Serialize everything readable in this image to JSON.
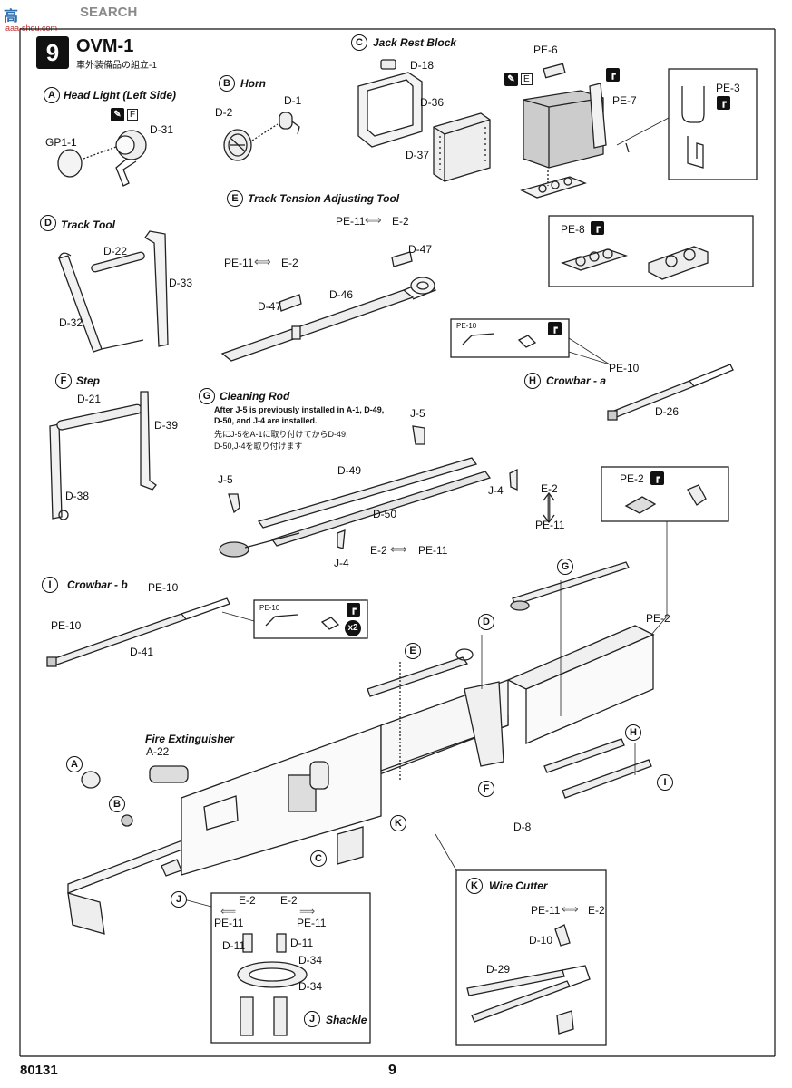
{
  "watermark": {
    "logo": "高",
    "text": "SEARCH",
    "url": "aaa-shou.com"
  },
  "step": {
    "number": "9",
    "title": "OVM-1",
    "subtitle_jp": "車外装備品の組立-1"
  },
  "sections": {
    "a": {
      "letter": "A",
      "title": "Head Light (Left Side)",
      "parts": [
        "D-31",
        "GP1-1"
      ],
      "icon_letter": "F"
    },
    "b": {
      "letter": "B",
      "title": "Horn",
      "parts": [
        "D-1",
        "D-2"
      ]
    },
    "c": {
      "letter": "C",
      "title": "Jack Rest Block",
      "parts": [
        "D-18",
        "D-36",
        "D-37"
      ]
    },
    "d": {
      "letter": "D",
      "title": "Track Tool",
      "parts": [
        "D-22",
        "D-33",
        "D-32"
      ]
    },
    "e": {
      "letter": "E",
      "title": "Track Tension Adjusting Tool",
      "parts": [
        "D-46",
        "D-47",
        "D-47"
      ],
      "pe_a": "PE-11",
      "e_a": "E-2",
      "pe_b": "PE-11",
      "e_b": "E-2"
    },
    "f": {
      "letter": "F",
      "title": "Step",
      "parts": [
        "D-21",
        "D-39",
        "D-38"
      ]
    },
    "g": {
      "letter": "G",
      "title": "Cleaning Rod",
      "note_en_1": "After J-5 is previously installed in A-1, D-49,",
      "note_en_2": "D-50, and J-4 are installed.",
      "note_jp_1": "先にJ-5をA-1に取り付けてからD-49,",
      "note_jp_2": "D-50,J-4を取り付けます",
      "parts": [
        "J-5",
        "D-49",
        "J-4",
        "E-2",
        "PE-11",
        "D-50",
        "J-5",
        "J-4",
        "E-2",
        "PE-11"
      ]
    },
    "h": {
      "letter": "H",
      "title": "Crowbar - a",
      "parts": [
        "PE-10",
        "D-26"
      ],
      "box_label": "PE-10"
    },
    "i": {
      "letter": "I",
      "title": "Crowbar - b",
      "parts": [
        "PE-10",
        "PE-10",
        "D-41"
      ],
      "box_label": "PE-10",
      "multiplier": "x2"
    },
    "jack_extra": {
      "parts": [
        "PE-6",
        "PE-7",
        "PE-3",
        "PE-8"
      ],
      "icon_letter": "E"
    },
    "pe2": {
      "label": "PE-2",
      "label2": "PE-2"
    },
    "fire": {
      "title": "Fire Extinguisher",
      "part": "A-22"
    },
    "j": {
      "letter": "J",
      "title": "Shackle",
      "parts": [
        "E-2",
        "E-2",
        "PE-11",
        "PE-11",
        "D-11",
        "D-11",
        "D-34",
        "D-34"
      ]
    },
    "k": {
      "letter": "K",
      "title": "Wire Cutter",
      "parts": [
        "PE-11",
        "E-2",
        "D-10",
        "D-29"
      ]
    },
    "hull_callouts": [
      "E",
      "D",
      "G",
      "A",
      "B",
      "K",
      "C",
      "J",
      "F",
      "H",
      "I"
    ],
    "d8": "D-8"
  },
  "footer": {
    "code": "80131",
    "page": "9"
  }
}
